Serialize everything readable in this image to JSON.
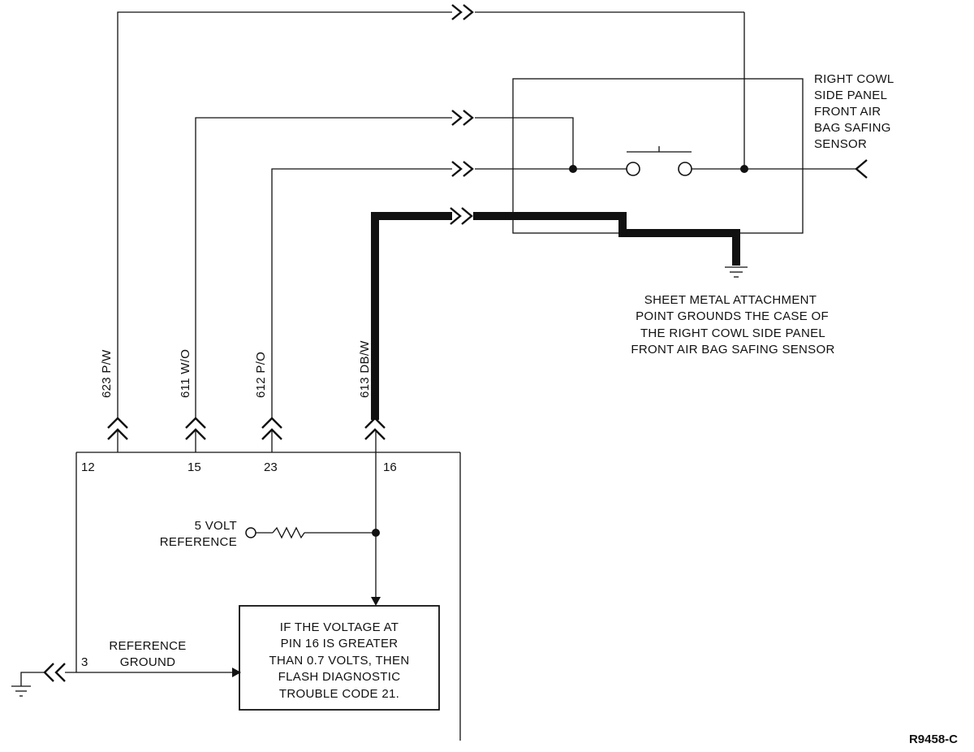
{
  "sensor_label": [
    "RIGHT COWL",
    "SIDE PANEL",
    "FRONT AIR",
    "BAG SAFING",
    "SENSOR"
  ],
  "ground_note": [
    "SHEET METAL ATTACHMENT",
    "POINT GROUNDS THE CASE OF",
    "THE RIGHT COWL SIDE PANEL",
    "FRONT AIR BAG SAFING SENSOR"
  ],
  "wires": [
    "623 P/W",
    "611 W/O",
    "612 P/O",
    "613 DB/W"
  ],
  "pins": [
    "12",
    "15",
    "23",
    "16"
  ],
  "ground_pin": "3",
  "five_volt_label": [
    "5 VOLT",
    "REFERENCE"
  ],
  "reference_ground_label": [
    "REFERENCE",
    "GROUND"
  ],
  "logic_box_text": [
    "IF THE VOLTAGE AT",
    "PIN 16 IS GREATER",
    "THAN 0.7 VOLTS, THEN",
    "FLASH DIAGNOSTIC",
    "TROUBLE CODE 21."
  ],
  "figure_id": "R9458-C"
}
